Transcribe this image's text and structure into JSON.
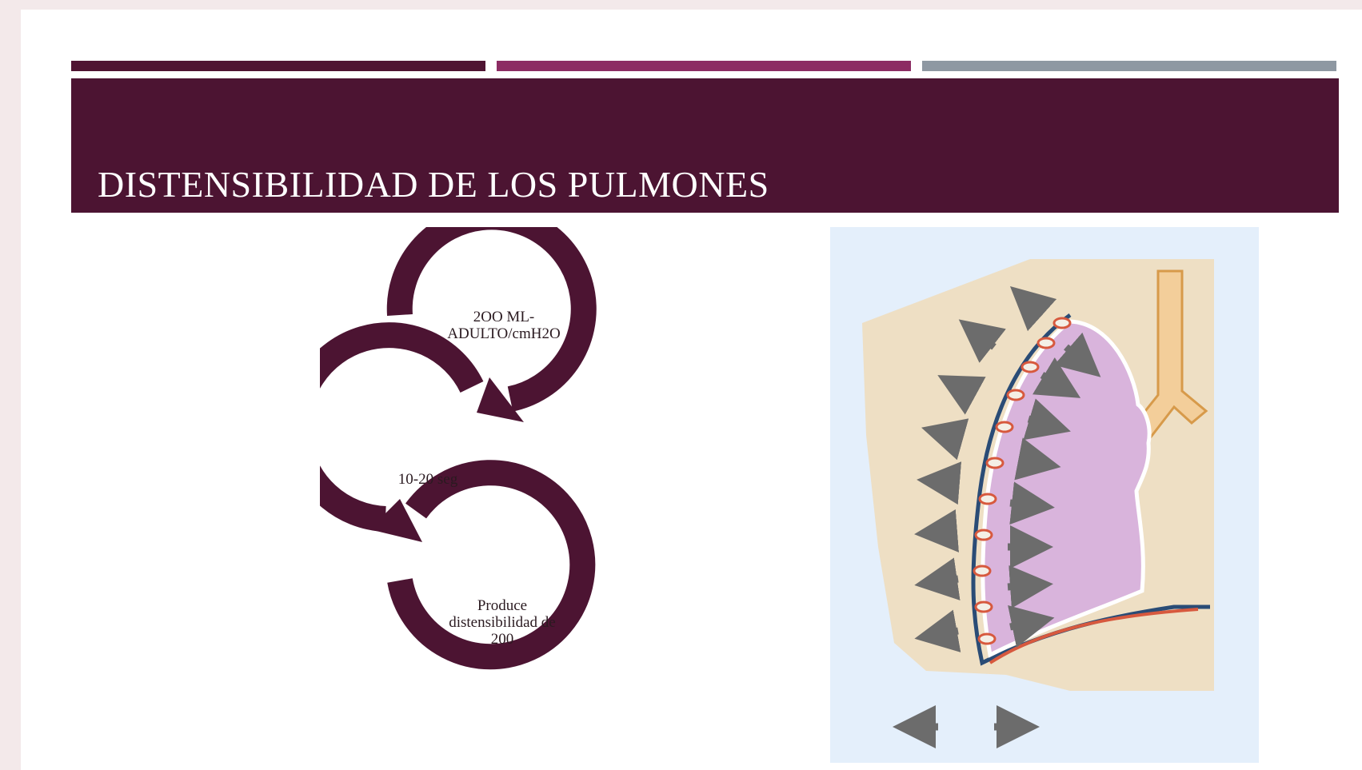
{
  "slide": {
    "title": "DISTENSIBILIDAD DE LOS PULMONES",
    "accent_colors": {
      "dark": "#4c1432",
      "magenta": "#8c2c63",
      "gray": "#8e98a2"
    }
  },
  "cycle": {
    "steps": [
      {
        "line1": "2OO ML-",
        "line2": "ADULTO/cmH2O"
      },
      {
        "line1": "10-20 seg"
      },
      {
        "line1": "Produce",
        "line2": "distensibilidad de",
        "line3": "200"
      }
    ]
  },
  "illustration": {
    "subject": "lung-inside-chest-wall-icon"
  }
}
